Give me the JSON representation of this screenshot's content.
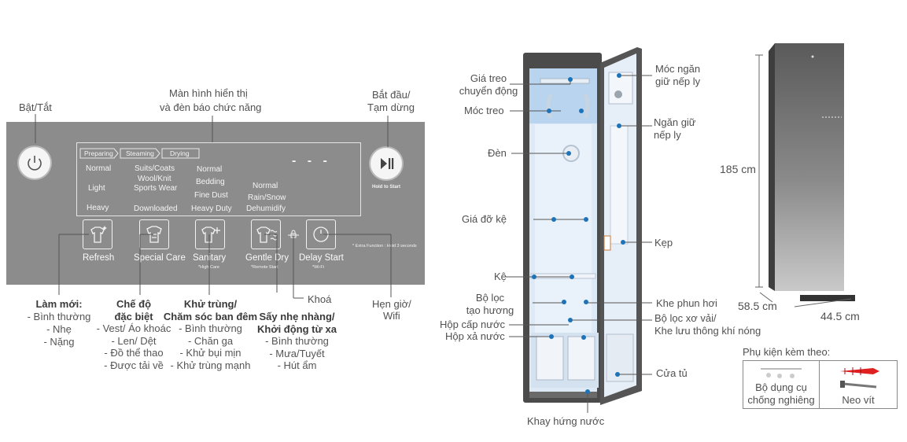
{
  "panel": {
    "stages": [
      "Preparing",
      "Steaming",
      "Drying"
    ],
    "col1": [
      "Normal",
      "Light",
      "Heavy"
    ],
    "col2": [
      "Suits/Coats",
      "Wool/Knit",
      "Sports Wear",
      "Downloaded"
    ],
    "col3": [
      "Normal",
      "Bedding",
      "Fine Dust",
      "Heavy Duty"
    ],
    "col4": [
      "Normal",
      "Rain/Snow",
      "Dehumidify"
    ],
    "display": "- - -",
    "hold_to_start": "Hold to Start",
    "buttons": [
      {
        "label": "Refresh",
        "sub": ""
      },
      {
        "label": "Special Care",
        "sub": ""
      },
      {
        "label": "Sanitary",
        "sub": "*High Care"
      },
      {
        "label": "Gentle Dry",
        "sub": "*Remote Start"
      },
      {
        "label": "Delay Start",
        "sub": "*Wi-Fi"
      }
    ],
    "extra_function": "Extra Function : Hold 3 seconds"
  },
  "callouts": {
    "power": "Bật/Tắt",
    "display_line1": "Màn hình hiển thị",
    "display_line2": "và đèn báo chức năng",
    "start_line1": "Bắt đầu/",
    "start_line2": "Tạm dừng",
    "lock": "Khoá",
    "delay_line1": "Hẹn giờ/",
    "delay_line2": "Wifi"
  },
  "modes": {
    "refresh": {
      "title": "Làm mới:",
      "items": [
        "- Bình thường",
        "- Nhẹ",
        "- Nặng"
      ]
    },
    "special": {
      "title_line1": "Chế độ",
      "title_line2": "đặc biệt",
      "items": [
        "- Vest/ Áo khoác",
        "- Len/ Dệt",
        "- Đồ thể thao",
        "- Được tải về"
      ]
    },
    "sanitary": {
      "title_line1": "Khử trùng/",
      "title_line2": "Chăm sóc ban đêm",
      "items": [
        "- Bình thường",
        "- Chăn ga",
        "- Khử bụi mịn",
        "- Khử trùng mạnh"
      ]
    },
    "gentle": {
      "title_line1": "Sấy nhẹ nhàng/",
      "title_line2": "Khởi động từ xa",
      "items": [
        "- Bình thường",
        "- Mưa/Tuyết",
        "- Hút ẩm"
      ]
    }
  },
  "interior_labels": {
    "moving_hanger": [
      "Giá treo",
      "chuyển động"
    ],
    "hook": "Móc treo",
    "lamp": "Đèn",
    "shelf_holder": "Giá đỡ kệ",
    "shelf": "Kệ",
    "aroma_filter": [
      "Bộ lọc",
      "tạo hương"
    ],
    "water_supply": "Hộp cấp nước",
    "water_drain": "Hộp xả nước",
    "drip_tray": "Khay hứng nước",
    "crease_hanger": [
      "Móc ngăn",
      "giữ nếp ly"
    ],
    "crease_holder": [
      "Ngăn giữ",
      "nếp ly"
    ],
    "clip": "Kẹp",
    "steam_slot": "Khe phun hơi",
    "lint_filter": [
      "Bộ lọc xơ vải/",
      "Khe lưu thông khí nóng"
    ],
    "door": "Cửa tủ"
  },
  "dimensions": {
    "height": "185 cm",
    "depth": "58.5 cm",
    "width": "44.5 cm"
  },
  "accessories": {
    "title": "Phụ kiện kèm theo:",
    "items": [
      [
        "Bộ dụng cụ",
        "chống nghiêng"
      ],
      [
        "Neo vít"
      ]
    ]
  },
  "colors": {
    "panel": "#8c8c8c",
    "dot": "#1e73b8"
  }
}
